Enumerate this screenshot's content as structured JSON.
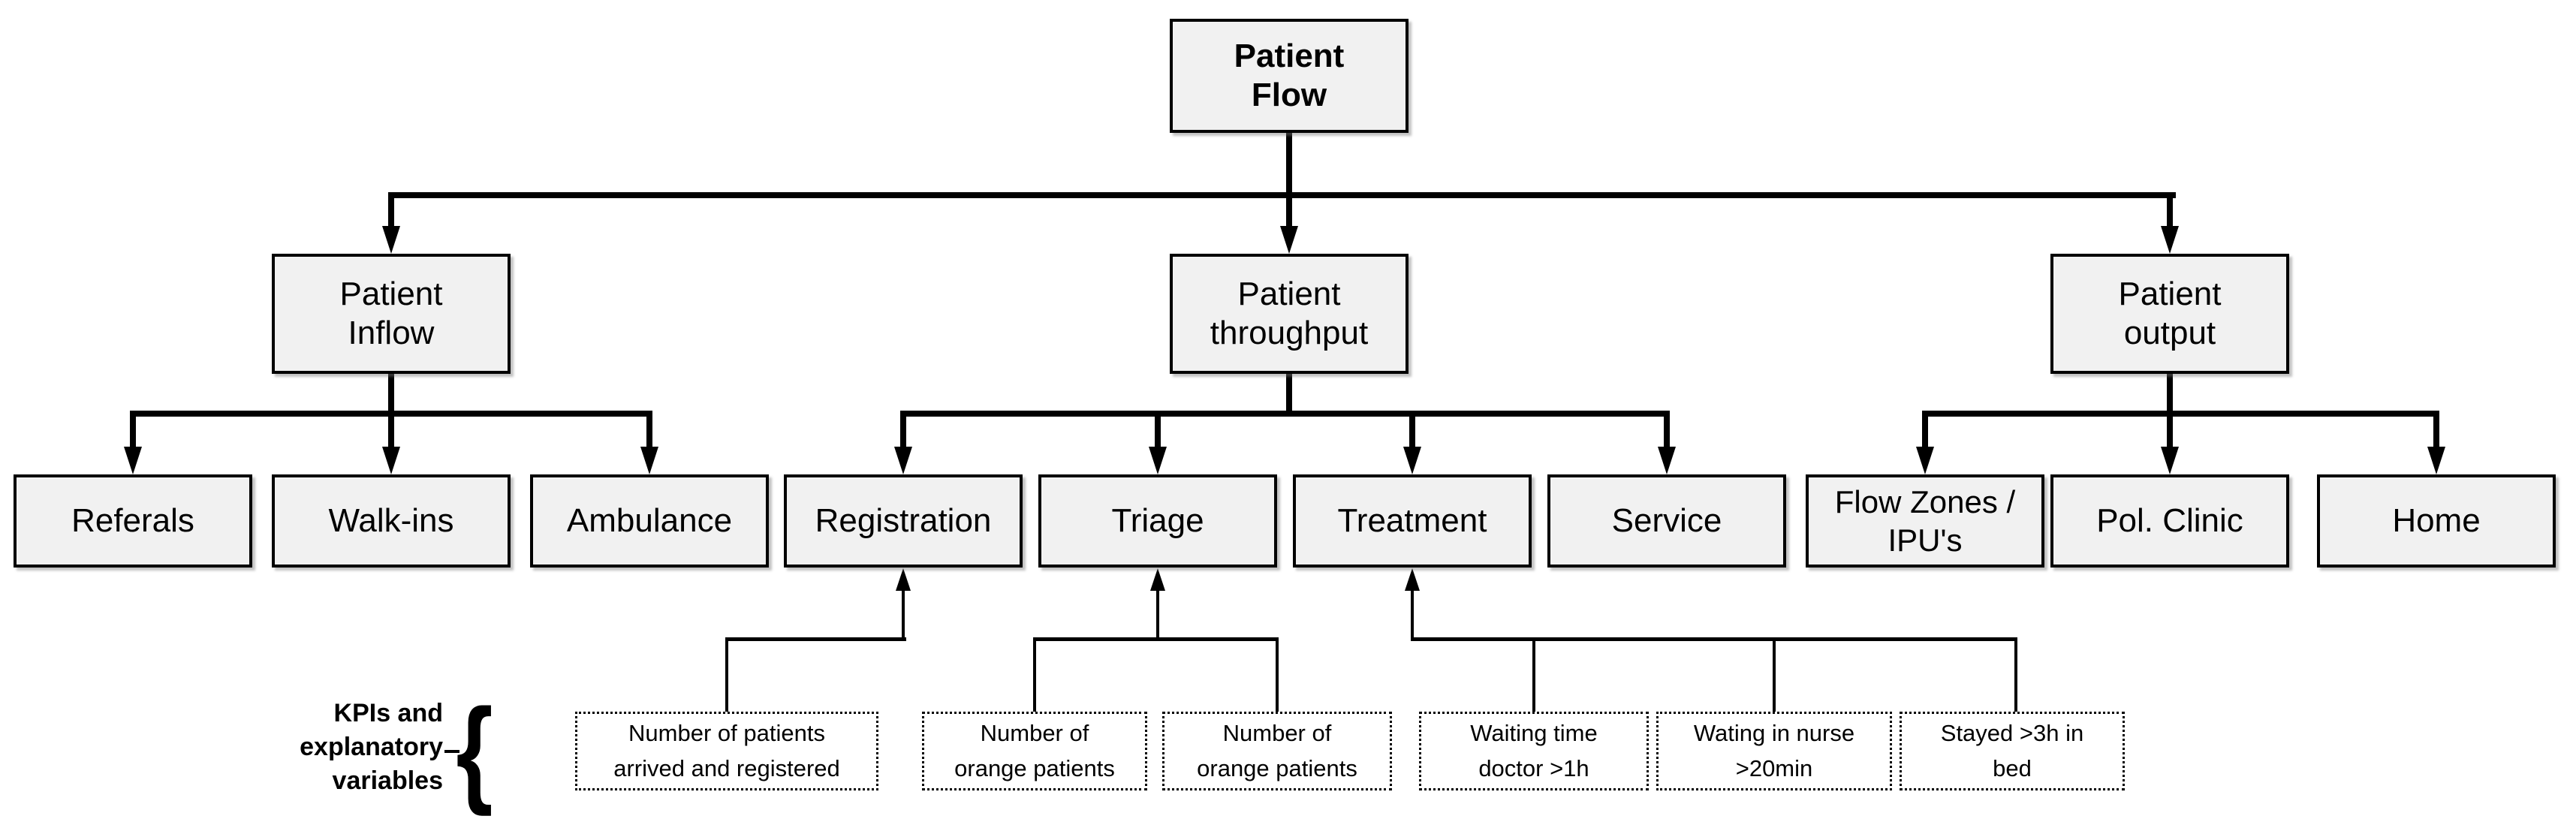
{
  "diagram": {
    "root": {
      "label": "Patient\nFlow"
    },
    "level2": [
      {
        "id": "patient-inflow",
        "label": "Patient\nInflow"
      },
      {
        "id": "patient-throughput",
        "label": "Patient\nthroughput"
      },
      {
        "id": "patient-output",
        "label": "Patient\noutput"
      }
    ],
    "level3": [
      {
        "id": "referals",
        "label": "Referals"
      },
      {
        "id": "walk-ins",
        "label": "Walk-ins"
      },
      {
        "id": "ambulance",
        "label": "Ambulance"
      },
      {
        "id": "registration",
        "label": "Registration"
      },
      {
        "id": "triage",
        "label": "Triage"
      },
      {
        "id": "treatment",
        "label": "Treatment"
      },
      {
        "id": "service",
        "label": "Service"
      },
      {
        "id": "flow-zones-ipus",
        "label": "Flow Zones /\nIPU's"
      },
      {
        "id": "pol-clinic",
        "label": "Pol. Clinic"
      },
      {
        "id": "home",
        "label": "Home"
      }
    ],
    "kpis": [
      {
        "id": "kpi-patients-registered",
        "label": "Number of patients\narrived and registered"
      },
      {
        "id": "kpi-orange-patients-1",
        "label": "Number of\norange patients"
      },
      {
        "id": "kpi-orange-patients-2",
        "label": "Number of\norange patients"
      },
      {
        "id": "kpi-waiting-doctor",
        "label": "Waiting time\ndoctor >1h"
      },
      {
        "id": "kpi-waiting-nurse",
        "label": "Wating in nurse\n>20min"
      },
      {
        "id": "kpi-stayed-bed",
        "label": "Stayed >3h in\nbed"
      }
    ],
    "side_label": "KPIs and\nexplanatory\nvariables",
    "brace_glyph": "{"
  },
  "colors": {
    "background": "#ffffff",
    "box_fill": "#f1f1f1",
    "box_border": "#000000",
    "kpi_fill": "#ffffff",
    "line": "#000000",
    "text": "#000000"
  }
}
